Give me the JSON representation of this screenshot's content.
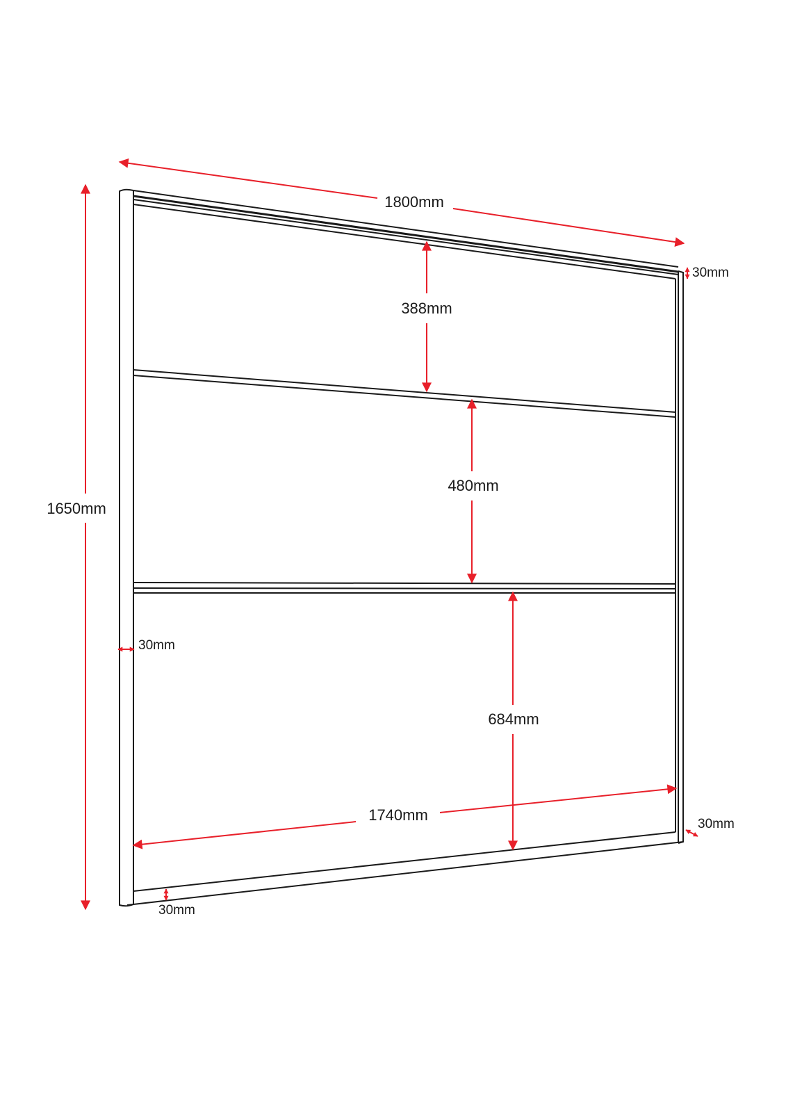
{
  "colors": {
    "outline": "#1a1a1a",
    "dimension": "#e8202a",
    "background": "#ffffff"
  },
  "dimensions": {
    "overall_width": "1800mm",
    "overall_height": "1650mm",
    "inner_width": "1740mm",
    "top_panel_height": "388mm",
    "middle_panel_height": "480mm",
    "bottom_panel_height": "684mm",
    "top_frame_thickness": "30mm",
    "side_frame_thickness": "30mm",
    "bottom_frame_thickness": "30mm",
    "corner_frame_thickness": "30mm"
  }
}
